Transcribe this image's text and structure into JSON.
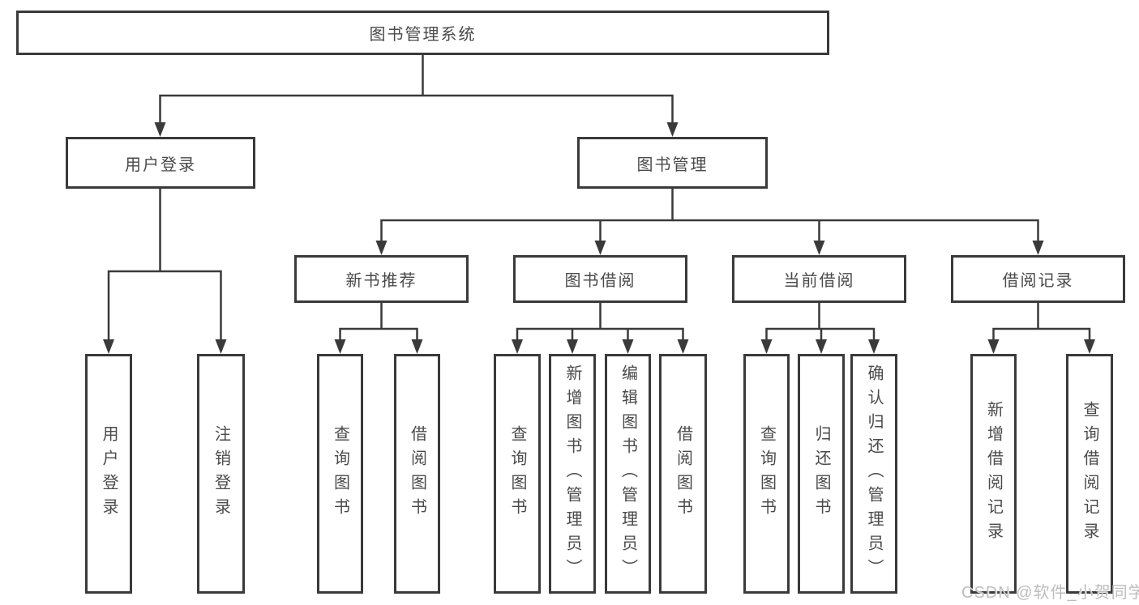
{
  "title": "图书管理系统",
  "watermark": "CSDN @软件_小贺同学",
  "colors": {
    "line": "#3a3a3a",
    "text": "#4a4a4a",
    "watermark": "#bdbdbd",
    "background": "#ffffff"
  },
  "login": {
    "label": "用户登录",
    "children": [
      "用户登录",
      "注销登录"
    ]
  },
  "management": {
    "label": "图书管理",
    "groups": [
      {
        "label": "新书推荐",
        "children": [
          "查询图书",
          "借阅图书"
        ]
      },
      {
        "label": "图书借阅",
        "children": [
          "查询图书",
          "新增图书（管理员）",
          "编辑图书（管理员）",
          "借阅图书"
        ]
      },
      {
        "label": "当前借阅",
        "children": [
          "查询图书",
          "归还图书",
          "确认归还（管理员）"
        ]
      },
      {
        "label": "借阅记录",
        "children": [
          "新增借阅记录",
          "查询借阅记录"
        ]
      }
    ]
  }
}
